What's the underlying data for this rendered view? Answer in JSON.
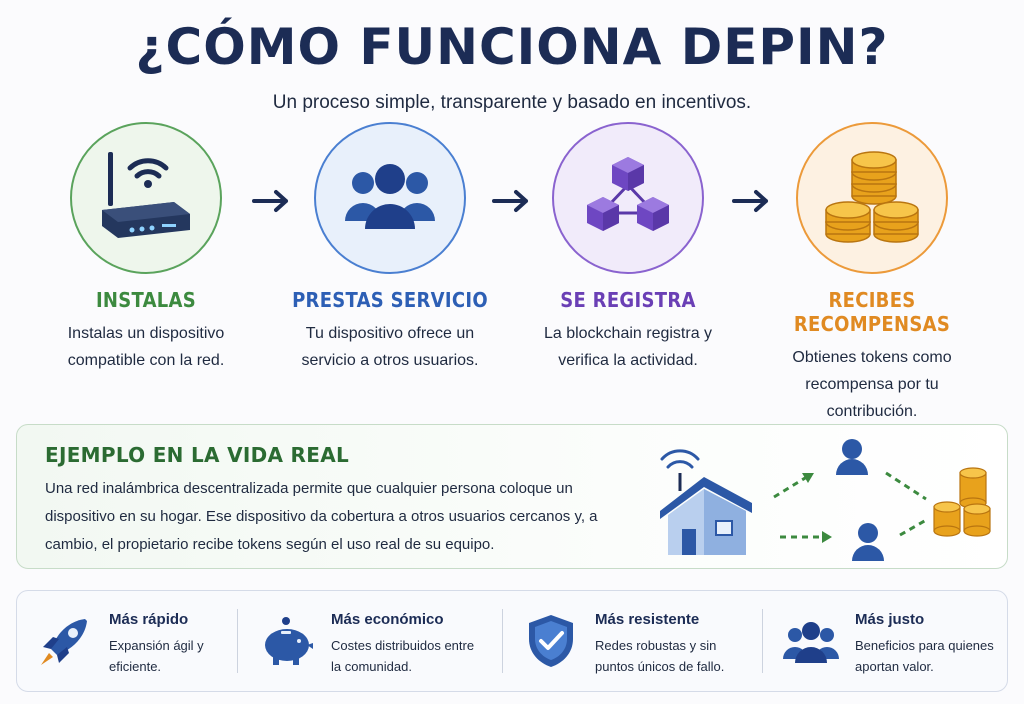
{
  "header": {
    "title": "¿CÓMO FUNCIONA DEPIN?",
    "subtitle": "Un proceso simple, transparente y basado en incentivos."
  },
  "steps": [
    {
      "title": "INSTALAS",
      "desc": "Instalas un dispositivo compatible con la red.",
      "icon": "router-icon",
      "color": "#3c8a3f"
    },
    {
      "title": "PRESTAS SERVICIO",
      "desc": "Tu dispositivo ofrece un servicio a otros usuarios.",
      "icon": "users-icon",
      "color": "#2d5fb5"
    },
    {
      "title": "SE REGISTRA",
      "desc": "La blockchain registra y verifica la actividad.",
      "icon": "blockchain-cubes-icon",
      "color": "#6a3fb5"
    },
    {
      "title": "RECIBES RECOMPENSAS",
      "desc": "Obtienes tokens como recompensa por tu contribución.",
      "icon": "coins-icon",
      "color": "#e08a22"
    }
  ],
  "example": {
    "title": "EJEMPLO EN LA VIDA REAL",
    "text": "Una red inalámbrica descentralizada permite que cualquier persona coloque un dispositivo en su hogar. Ese dispositivo da cobertura a otros usuarios cercanos y, a cambio, el propietario recibe tokens según el uso real de su equipo."
  },
  "benefits": [
    {
      "title": "Más rápido",
      "desc": "Expansión ágil y eficiente.",
      "icon": "rocket-icon"
    },
    {
      "title": "Más económico",
      "desc": "Costes distribuidos entre la comunidad.",
      "icon": "piggy-bank-icon"
    },
    {
      "title": "Más resistente",
      "desc": "Redes robustas y sin puntos únicos de fallo.",
      "icon": "shield-check-icon"
    },
    {
      "title": "Más justo",
      "desc": "Beneficios para quienes aportan valor.",
      "icon": "group-icon"
    }
  ]
}
